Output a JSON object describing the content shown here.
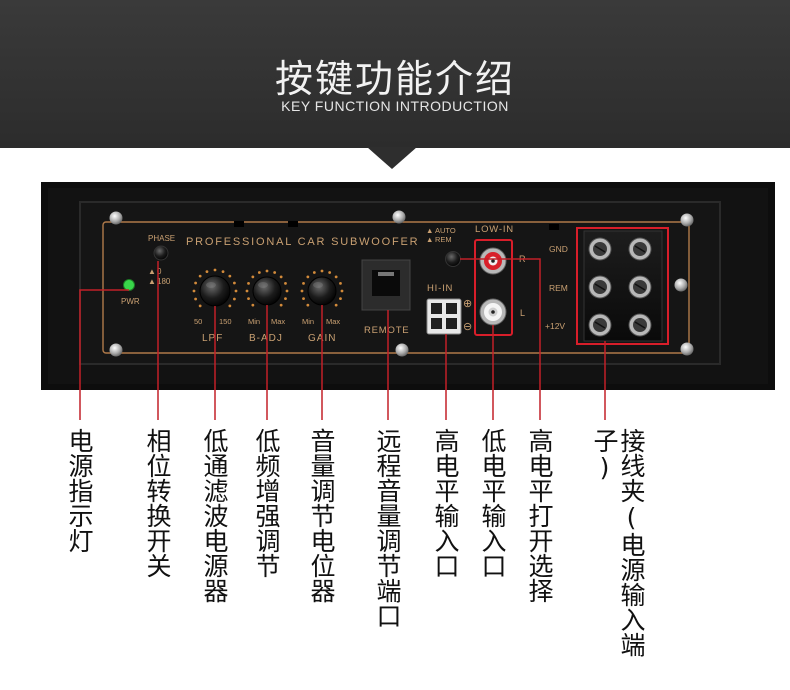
{
  "header": {
    "title": "按键功能介绍",
    "subtitle": "KEY FUNCTION INTRODUCTION"
  },
  "panel": {
    "brand_text": "PROFESSIONAL CAR SUBWOOFER",
    "phase_label": "PHASE",
    "phase_0": "0",
    "phase_180": "180",
    "pwr_label": "PWR",
    "lpf_label": "LPF",
    "lpf_min": "50",
    "lpf_max": "150",
    "badj_label": "B-ADJ",
    "badj_min": "Min",
    "badj_max": "Max",
    "gain_label": "GAIN",
    "gain_min": "Min",
    "gain_max": "Max",
    "remote_label": "REMOTE",
    "auto_label": "AUTO",
    "rem_small_label": "REM",
    "lowin_label": "LOW-IN",
    "hiin_label": "HI-IN",
    "r_label": "R",
    "l_label": "L",
    "plus_sign": "⊕",
    "minus_sign": "⊖",
    "gnd_label": "GND",
    "rem_label": "REM",
    "v12_label": "+12V"
  },
  "colors": {
    "led_green": "#39d64a",
    "rca_red": "#d8202a",
    "highlight_border": "#d81e2a",
    "panel_text": "#c9a072"
  },
  "callouts": [
    "电源指示灯",
    "相位转换开关",
    "低通滤波电源器",
    "低频增强调节",
    "音量调节电位器",
    "远程音量调节端口",
    "高电平输入口",
    "低电平输入口",
    "高电平打开选择",
    "接线夹(电源输入端子)"
  ]
}
